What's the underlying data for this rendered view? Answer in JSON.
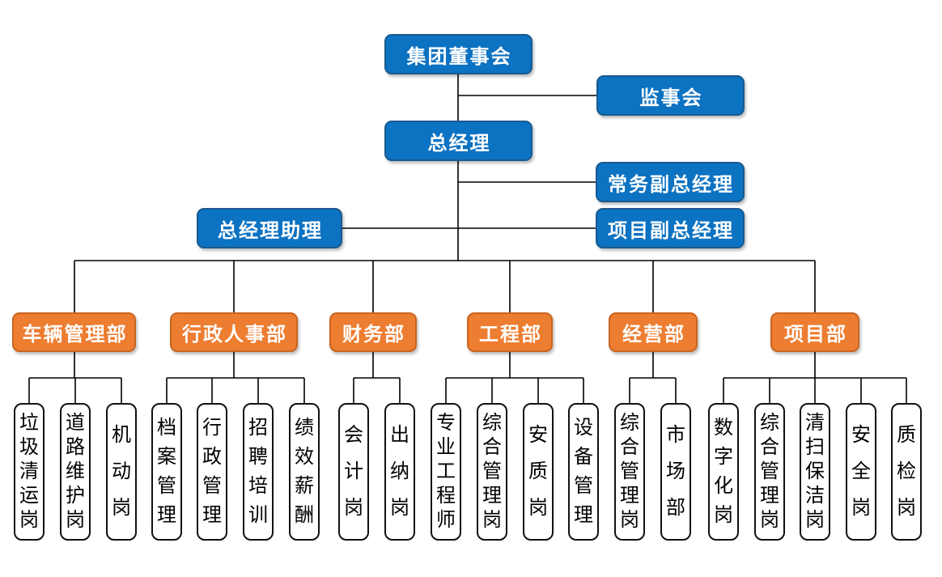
{
  "palette": {
    "node_blue": "#0C72C2",
    "node_blue_border": "#1A5A8E",
    "dept_orange": "#ED7D31",
    "dept_orange_border": "#C9641F",
    "connector_line": "#000000",
    "leaf_fill": "#FFFFFF",
    "leaf_border": "#111111"
  },
  "executive": {
    "board": "集团董事会",
    "supervisory": "监事会",
    "general_manager": "总经理",
    "executive_deputy_gm": "常务副总经理",
    "project_deputy_gm": "项目副总经理",
    "gm_assistant": "总经理助理"
  },
  "departments": [
    {
      "label": "车辆管理部",
      "positions": [
        "垃圾清运岗",
        "道路维护岗",
        "机动岗"
      ]
    },
    {
      "label": "行政人事部",
      "positions": [
        "档案管理",
        "行政管理",
        "招聘培训",
        "绩效薪酬"
      ]
    },
    {
      "label": "财务部",
      "positions": [
        "会计岗",
        "出纳岗"
      ]
    },
    {
      "label": "工程部",
      "positions": [
        "专业工程师",
        "综合管理岗",
        "安质岗",
        "设备管理"
      ]
    },
    {
      "label": "经营部",
      "positions": [
        "综合管理岗",
        "市场部"
      ]
    },
    {
      "label": "项目部",
      "positions": [
        "数字化岗",
        "综合管理岗",
        "清扫保洁岗",
        "安全岗",
        "质检岗"
      ]
    }
  ]
}
